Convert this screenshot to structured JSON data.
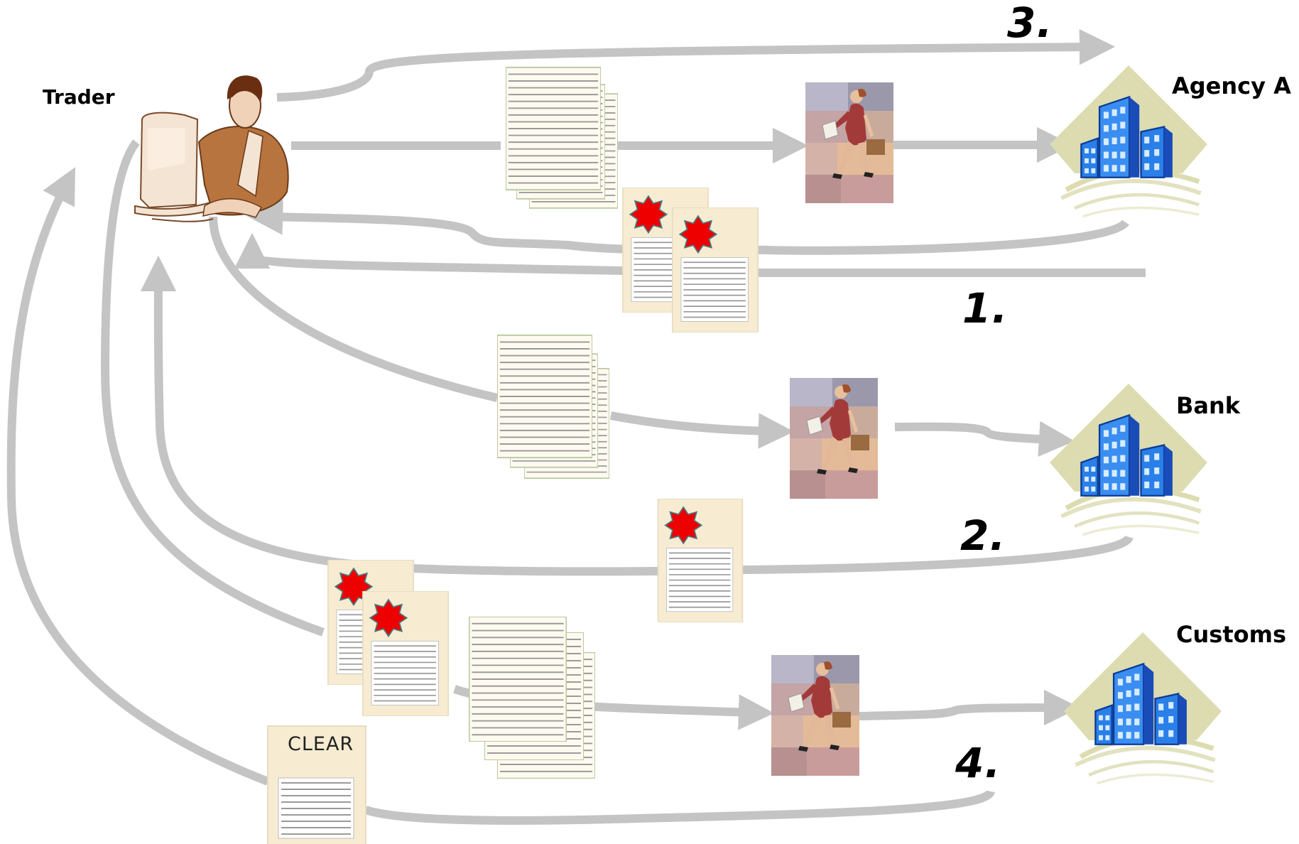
{
  "actors": {
    "trader": "Trader",
    "agency": "Agency A",
    "bank": "Bank",
    "customs": "Customs"
  },
  "steps": [
    "1.",
    "2.",
    "3.",
    "4."
  ],
  "clear_document": {
    "text": "CLEAR"
  },
  "colors": {
    "arrow": "#c4c4c4",
    "paper": "#f7ecd2",
    "paper_line": "#9a9a9a",
    "stamp": "#ee0000",
    "building": "#2a7fe8",
    "building_backdrop": "#dcdcb0"
  },
  "icons": [
    "trader-at-computer-icon",
    "paper-stack-icon",
    "courier-icon",
    "building-icon",
    "stamped-document-icon",
    "seal-icon"
  ]
}
